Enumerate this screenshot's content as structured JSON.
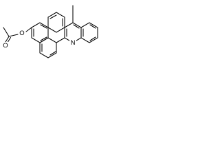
{
  "molecule": {
    "atoms": {
      "oxygen_carbonyl": "O",
      "oxygen_ester": "O",
      "nitrogen": "N"
    }
  }
}
